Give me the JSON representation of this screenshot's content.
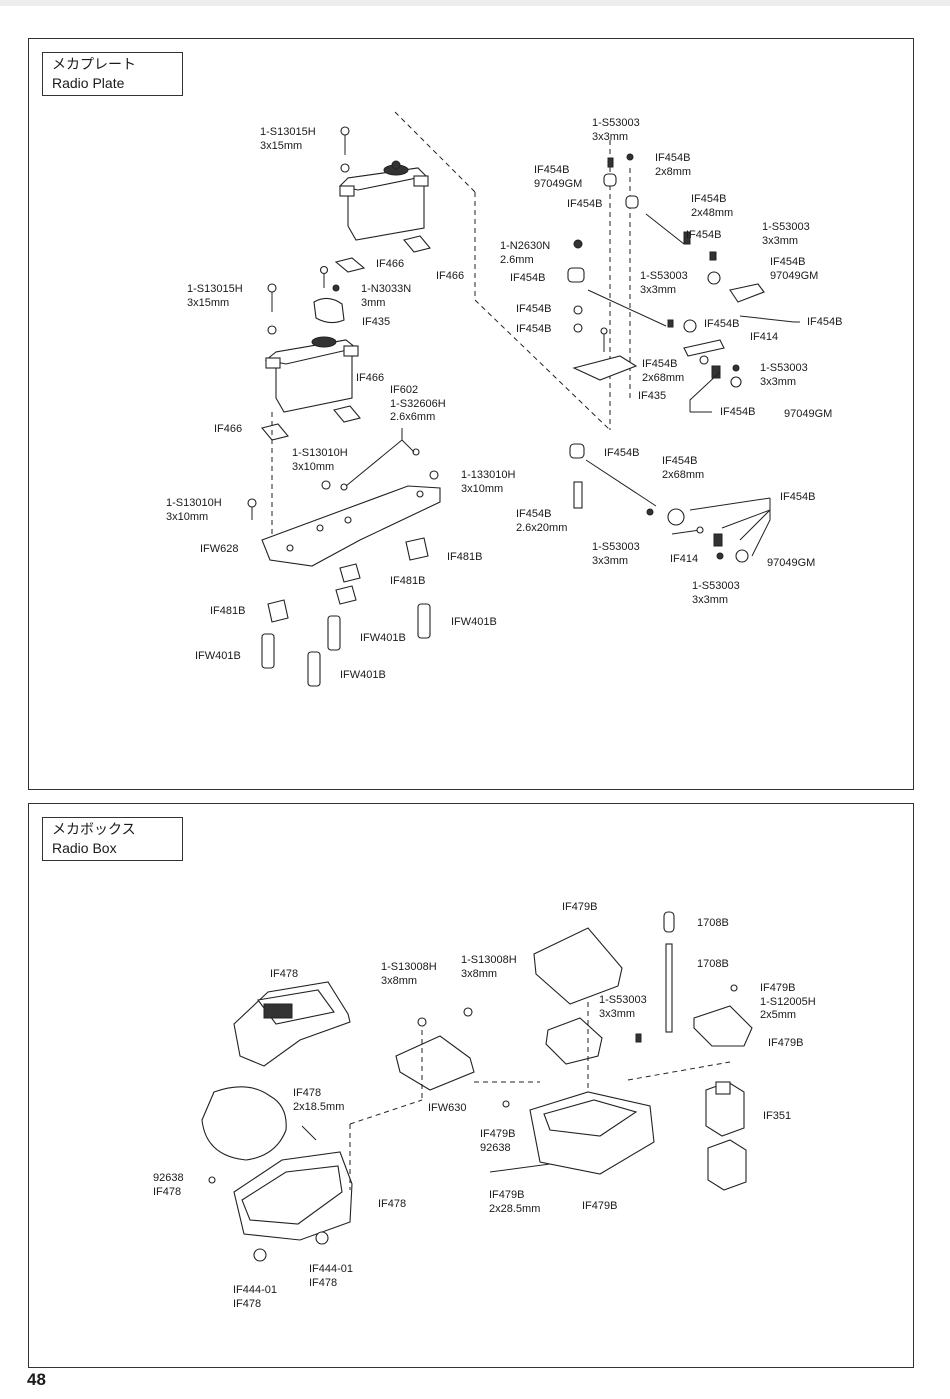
{
  "page_number": "48",
  "radio_plate": {
    "title_jp": "メカプレート",
    "title_en": "Radio Plate",
    "labels": [
      "1-S13015H\n3x15mm",
      "IF466",
      "IF466",
      "1-N3033N\n3mm",
      "IF435",
      "1-S13015H\n3x15mm",
      "IF466",
      "IF602\n1-S32606H\n2.6x6mm",
      "IF466",
      "1-S13010H\n3x10mm",
      "1-133010H\n3x10mm",
      "1-S13010H\n3x10mm",
      "IFW628",
      "IF481B",
      "IF481B",
      "IF481B",
      "IFW401B",
      "IFW401B",
      "IFW401B",
      "IFW401B",
      "1-S53003\n3x3mm",
      "IF454B\n2x8mm",
      "IF454B\n97049GM",
      "IF454B",
      "IF454B\n2x48mm",
      "1-N2630N\n2.6mm",
      "IF454B",
      "1-S53003\n3x3mm",
      "IF454B\n97049GM",
      "IF454B",
      "1-S53003\n3x3mm",
      "IF454B",
      "IF454B",
      "IF454B",
      "IF414",
      "IF454B\n2x68mm",
      "1-S53003\n3x3mm",
      "IF435",
      "IF454B",
      "97049GM",
      "IF454B",
      "IF454B\n2x68mm",
      "IF454B",
      "IF454B\n2.6x20mm",
      "1-S53003\n3x3mm",
      "IF414",
      "97049GM",
      "1-S53003\n3x3mm"
    ]
  },
  "radio_box": {
    "title_jp": "メカボックス",
    "title_en": "Radio Box",
    "labels": [
      "IF479B",
      "1708B",
      "1708B",
      "IF479B\n1-S12005H\n2x5mm",
      "IF479B",
      "1-S13008H\n3x8mm",
      "1-S13008H\n3x8mm",
      "1-S53003\n3x3mm",
      "IF478",
      "IF478\n2x18.5mm",
      "IFW630",
      "IF479B\n92638",
      "IF351",
      "92638\nIF478",
      "IF478",
      "IF479B\n2x28.5mm",
      "IF479B",
      "IF444-01\nIF478",
      "IF444-01\nIF478"
    ]
  }
}
